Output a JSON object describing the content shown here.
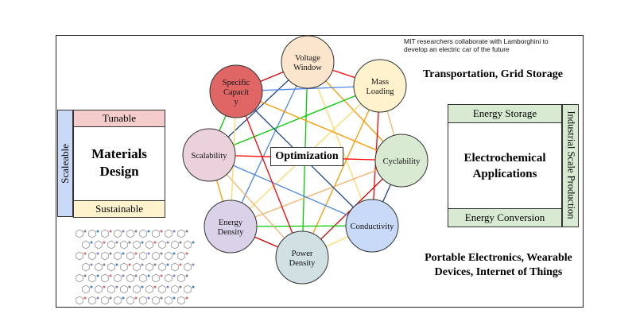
{
  "header_note": {
    "line1": "MIT researchers collaborate with Lamborghini to",
    "line2": "develop an electric car of the future"
  },
  "materials_design": {
    "title_line1": "Materials",
    "title_line2": "Design",
    "top_label": "Tunable",
    "bottom_label": "Sustainable",
    "side_label": "Scaleable",
    "colors": {
      "top": "#f4cccc",
      "bottom": "#fff2cc",
      "side": "#c9daf8"
    }
  },
  "optimization": {
    "center_label": "Optimization",
    "nodes": [
      {
        "label_lines": [
          "Voltage",
          "Window"
        ],
        "color": "#fce5cd"
      },
      {
        "label_lines": [
          "Mass",
          "Loading"
        ],
        "color": "#fff2cc"
      },
      {
        "label_lines": [
          "Cyclability"
        ],
        "color": "#d9ead3"
      },
      {
        "label_lines": [
          "Conductivity"
        ],
        "color": "#c9daf8"
      },
      {
        "label_lines": [
          "Power",
          "Density"
        ],
        "color": "#d0e0e3"
      },
      {
        "label_lines": [
          "Energy",
          "Density"
        ],
        "color": "#d9d2e9"
      },
      {
        "label_lines": [
          "Scalability"
        ],
        "color": "#ead1dc"
      },
      {
        "label_lines": [
          "Specific",
          "Capacit",
          "y"
        ],
        "color": "#e06666"
      }
    ],
    "line_colors": [
      "#ff0000",
      "#ff9900",
      "#ffd966",
      "#00cc00",
      "#4a86e8",
      "#1c4587",
      "#cc0000",
      "#f6b26b"
    ]
  },
  "applications": {
    "top_heading": "Transportation, Grid Storage",
    "title_line1": "Electrochemical",
    "title_line2": "Applications",
    "top_label": "Energy Storage",
    "bottom_label": "Energy Conversion",
    "side_label": "Industrial Scale Production",
    "bottom_heading_line1": "Portable Electronics, Wearable",
    "bottom_heading_line2": "Devices, Internet of Things",
    "colors": {
      "bars": "#d9ead3"
    }
  },
  "molecule_image": {
    "icon": "molecular-framework-icon"
  }
}
